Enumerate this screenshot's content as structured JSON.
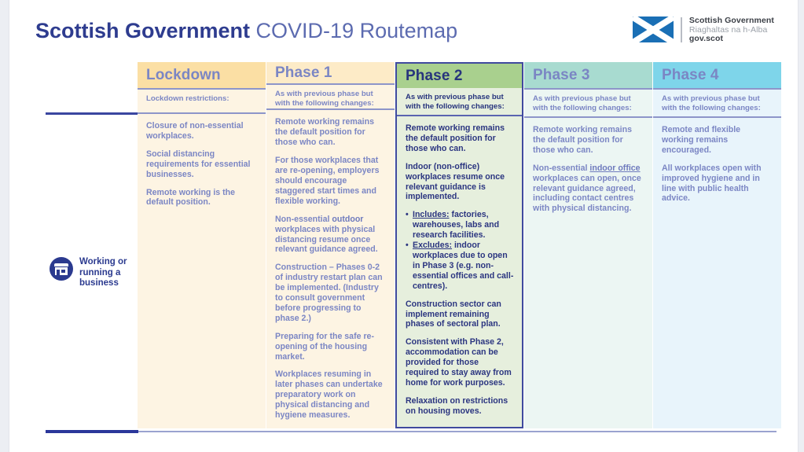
{
  "header": {
    "title_strong": "Scottish Government",
    "title_rest": " COVID-19 Routemap",
    "logo": {
      "line1": "Scottish Government",
      "line2": "Riaghaltas na h-Alba",
      "line3": "gov.scot",
      "flag_icon": "saltire-flag-icon"
    }
  },
  "row": {
    "icon": "storefront-business-icon",
    "label": "Working or running a business"
  },
  "colors": {
    "brand_navy": "#2b3a8f",
    "heading_lilac": "#7b86c4",
    "lockdown_header": "#fbdfa4",
    "phase1_header": "#fdebc7",
    "phase2_header": "#a9d08e",
    "phase3_header": "#a8dbd0",
    "phase4_header": "#7ed5ea",
    "highlight_border": "#3f4a9e"
  },
  "columns": [
    {
      "id": "lockdown",
      "title": "Lockdown",
      "subtitle": "Lockdown restrictions:",
      "highlighted": false,
      "blocks": [
        {
          "type": "p",
          "html": "Closure of non-essential workplaces."
        },
        {
          "type": "p",
          "html": "Social distancing requirements for essential businesses."
        },
        {
          "type": "p",
          "html": "Remote working is the default position."
        }
      ]
    },
    {
      "id": "phase-1",
      "title": "Phase 1",
      "subtitle": "As with previous phase but with the following changes:",
      "highlighted": false,
      "blocks": [
        {
          "type": "p",
          "html": "Remote working remains the default position for those who can."
        },
        {
          "type": "p",
          "html": "For those workplaces that are re-opening, employers should encourage staggered start times and flexible working."
        },
        {
          "type": "p",
          "html": "Non-essential <b>outdoor</b> workplaces with physical distancing resume once relevant guidance agreed."
        },
        {
          "type": "p",
          "html": "Construction &ndash; Phases 0-2 of industry restart plan can be implemented. (Industry to consult government before progressing to phase 2.)"
        },
        {
          "type": "p",
          "html": "Preparing for the safe re-opening of the housing market."
        },
        {
          "type": "p",
          "html": "Workplaces resuming in later phases can undertake preparatory work on physical distancing and hygiene measures."
        }
      ]
    },
    {
      "id": "phase-2",
      "title": "Phase 2",
      "subtitle": "As with previous phase but with the following changes:",
      "highlighted": true,
      "blocks": [
        {
          "type": "p",
          "html": "Remote working remains the default position for those who can."
        },
        {
          "type": "p",
          "html": "Indoor (non-office) workplaces resume once relevant guidance is implemented."
        },
        {
          "type": "ul",
          "items": [
            "<span class=\"u\">Includes:</span> factories, warehouses, labs and research facilities.",
            "<span class=\"u\">Excludes:</span> indoor workplaces due to open in Phase 3 (e.g. non-essential offices and call-centres)."
          ]
        },
        {
          "type": "p",
          "html": "Construction sector can implement remaining phases of sectoral plan."
        },
        {
          "type": "p",
          "html": "Consistent with Phase 2, accommodation can be provided for those required to stay away from home for work purposes."
        },
        {
          "type": "p",
          "html": "Relaxation on restrictions on housing moves."
        }
      ]
    },
    {
      "id": "phase-3",
      "title": "Phase 3",
      "subtitle": "As with previous phase but with the following changes:",
      "highlighted": false,
      "blocks": [
        {
          "type": "p",
          "html": "Remote working remains the default position for those who can."
        },
        {
          "type": "p",
          "html": "Non-essential <b class=\"u\">indoor office</b> workplaces can open, once relevant guidance agreed, including contact centres with physical distancing."
        }
      ]
    },
    {
      "id": "phase-4",
      "title": "Phase 4",
      "subtitle": "As with previous phase but with the following changes:",
      "highlighted": false,
      "blocks": [
        {
          "type": "p",
          "html": "Remote and flexible working remains encouraged."
        },
        {
          "type": "p",
          "html": "All workplaces open with improved hygiene and in line with public health advice."
        }
      ]
    }
  ]
}
